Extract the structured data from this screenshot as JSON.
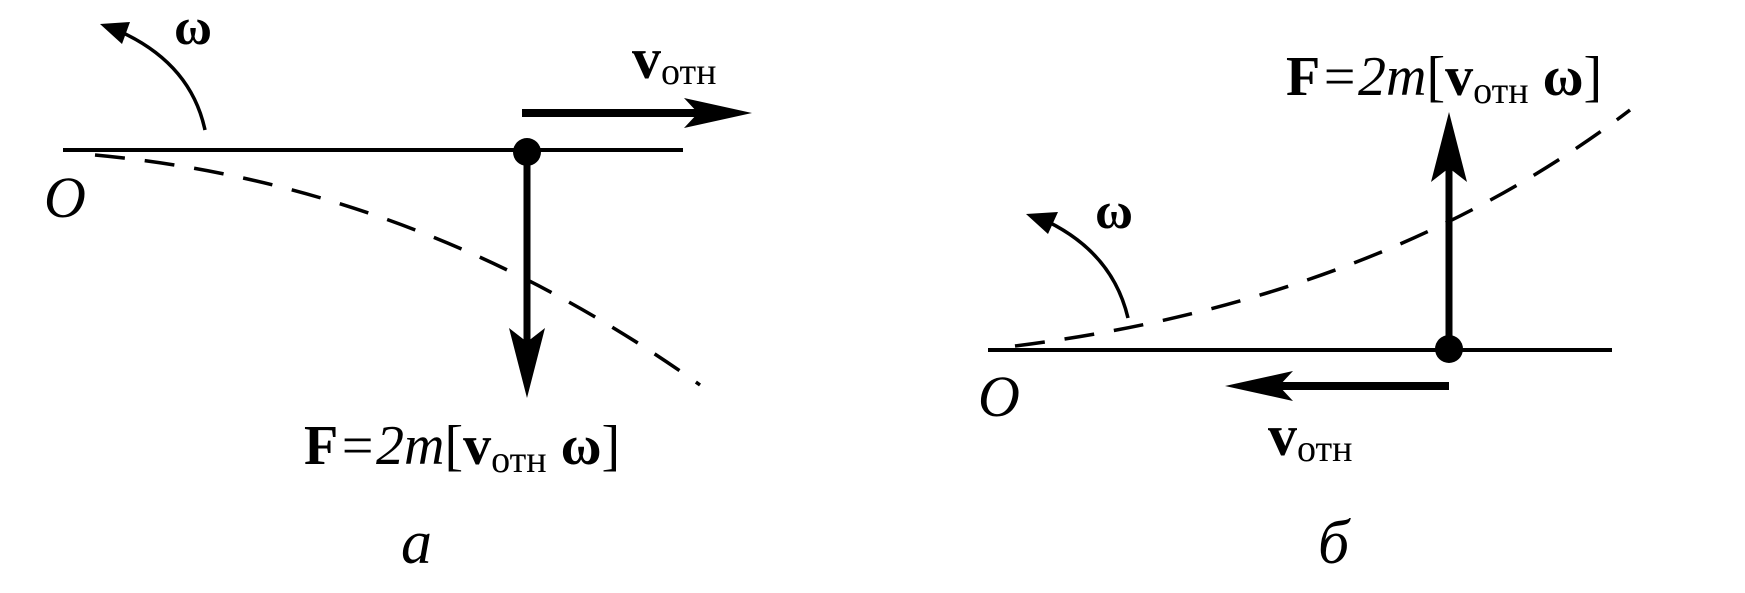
{
  "panel_a": {
    "origin_label": "O",
    "omega_label": "ω",
    "velocity_symbol": "v",
    "velocity_subscript": "отн",
    "force": {
      "symbol": "F",
      "equals": "=2",
      "mass": "m",
      "bracket_open": "[",
      "v_symbol": "v",
      "v_subscript": "отн",
      "omega": "ω",
      "bracket_close": "]"
    },
    "caption": "а"
  },
  "panel_b": {
    "origin_label": "O",
    "omega_label": "ω",
    "velocity_symbol": "v",
    "velocity_subscript": "отн",
    "force": {
      "symbol": "F",
      "equals": "=2",
      "mass": "m",
      "bracket_open": "[",
      "v_symbol": "v",
      "v_subscript": "отн",
      "omega": "ω",
      "bracket_close": "]"
    },
    "caption": "б"
  },
  "colors": {
    "ink": "#000000",
    "background": "#ffffff"
  }
}
